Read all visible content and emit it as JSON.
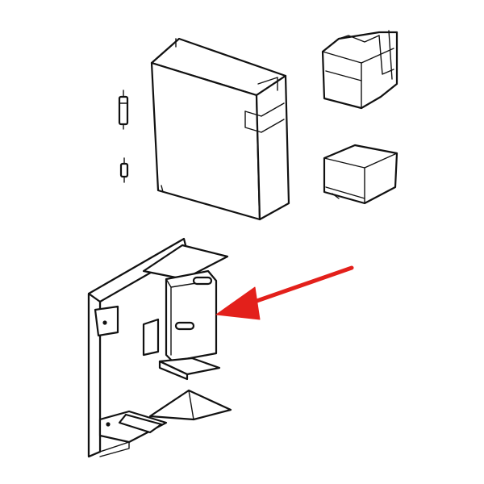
{
  "diagram": {
    "parts": [
      {
        "id": "control-box",
        "icon": "enclosure-box-icon"
      },
      {
        "id": "fuse-large",
        "icon": "fuse-icon"
      },
      {
        "id": "fuse-small",
        "icon": "fuse-icon"
      },
      {
        "id": "contactor",
        "icon": "contactor-relay-icon"
      },
      {
        "id": "transformer",
        "icon": "transformer-block-icon"
      },
      {
        "id": "mounting-bracket",
        "icon": "bracket-plate-icon"
      }
    ],
    "highlight": {
      "target": "mounting-bracket",
      "arrow_color": "#e3201b"
    },
    "colors": {
      "line": "#111111",
      "fill": "#ffffff",
      "background": "#ffffff"
    }
  }
}
